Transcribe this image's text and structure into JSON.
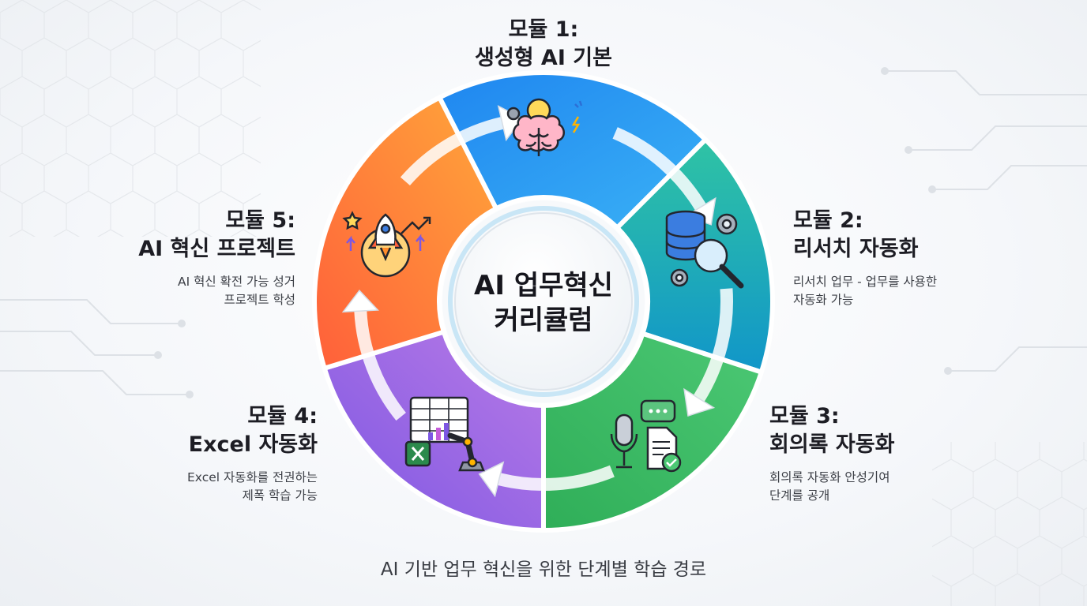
{
  "center": {
    "title_line1": "AI 업무혁신",
    "title_line2": "커리큘럼"
  },
  "modules": [
    {
      "title_line1": "모듈 1:",
      "title_line2": "생성형 AI 기본",
      "icon": "brain-lightbulb-icon",
      "color_start": "#1f86f0",
      "color_end": "#3ab1f5"
    },
    {
      "title_line1": "모듈 2:",
      "title_line2": "리서치 자동화",
      "desc_line1": "리서치 업무 - 업무를 사용한",
      "desc_line2": "자동화 가능",
      "icon": "database-search-icon",
      "color_start": "#2fc3a4",
      "color_end": "#1196c9"
    },
    {
      "title_line1": "모듈 3:",
      "title_line2": "회의록 자동화",
      "desc_line1": "회의록 자동화 안성기여",
      "desc_line2": "단계를 공개",
      "icon": "microphone-document-icon",
      "color_start": "#4cc874",
      "color_end": "#2fae58"
    },
    {
      "title_line1": "모듈 4:",
      "title_line2": "Excel 자동화",
      "desc_line1": "Excel 자동화를 전권하는",
      "desc_line2": "제폭 학습 가능",
      "icon": "excel-robot-arm-icon",
      "color_start": "#7d57e3",
      "color_end": "#b87ae6"
    },
    {
      "title_line1": "모듈 5:",
      "title_line2": "AI 혁신 프로젝트",
      "desc_line1": "AI 혁신 확전 가능 성거",
      "desc_line2": "프로젝트 학성",
      "icon": "rocket-growth-icon",
      "color_start": "#ff5f3a",
      "color_end": "#ffa73a"
    }
  ],
  "footer": {
    "caption": "AI 기반 업무 혁신을 위한 단계별 학습 경로"
  }
}
